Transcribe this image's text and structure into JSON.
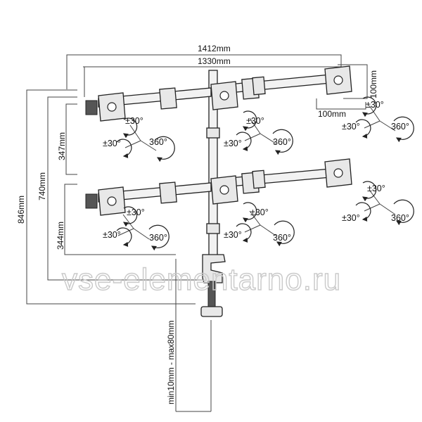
{
  "dimensions": {
    "total_width": "1412mm",
    "inner_width": "1330mm",
    "vesa_height": "100mm",
    "vesa_width": "100mm",
    "height_total": "846mm",
    "height_mid": "740mm",
    "height_upper": "347mm",
    "height_lower": "344mm",
    "clamp_range": "min10mm - max80mm"
  },
  "rotation": {
    "tilt": "±30°",
    "swivel": "±30°",
    "rotate": "360°"
  },
  "watermark": "vse-elementarno.ru"
}
